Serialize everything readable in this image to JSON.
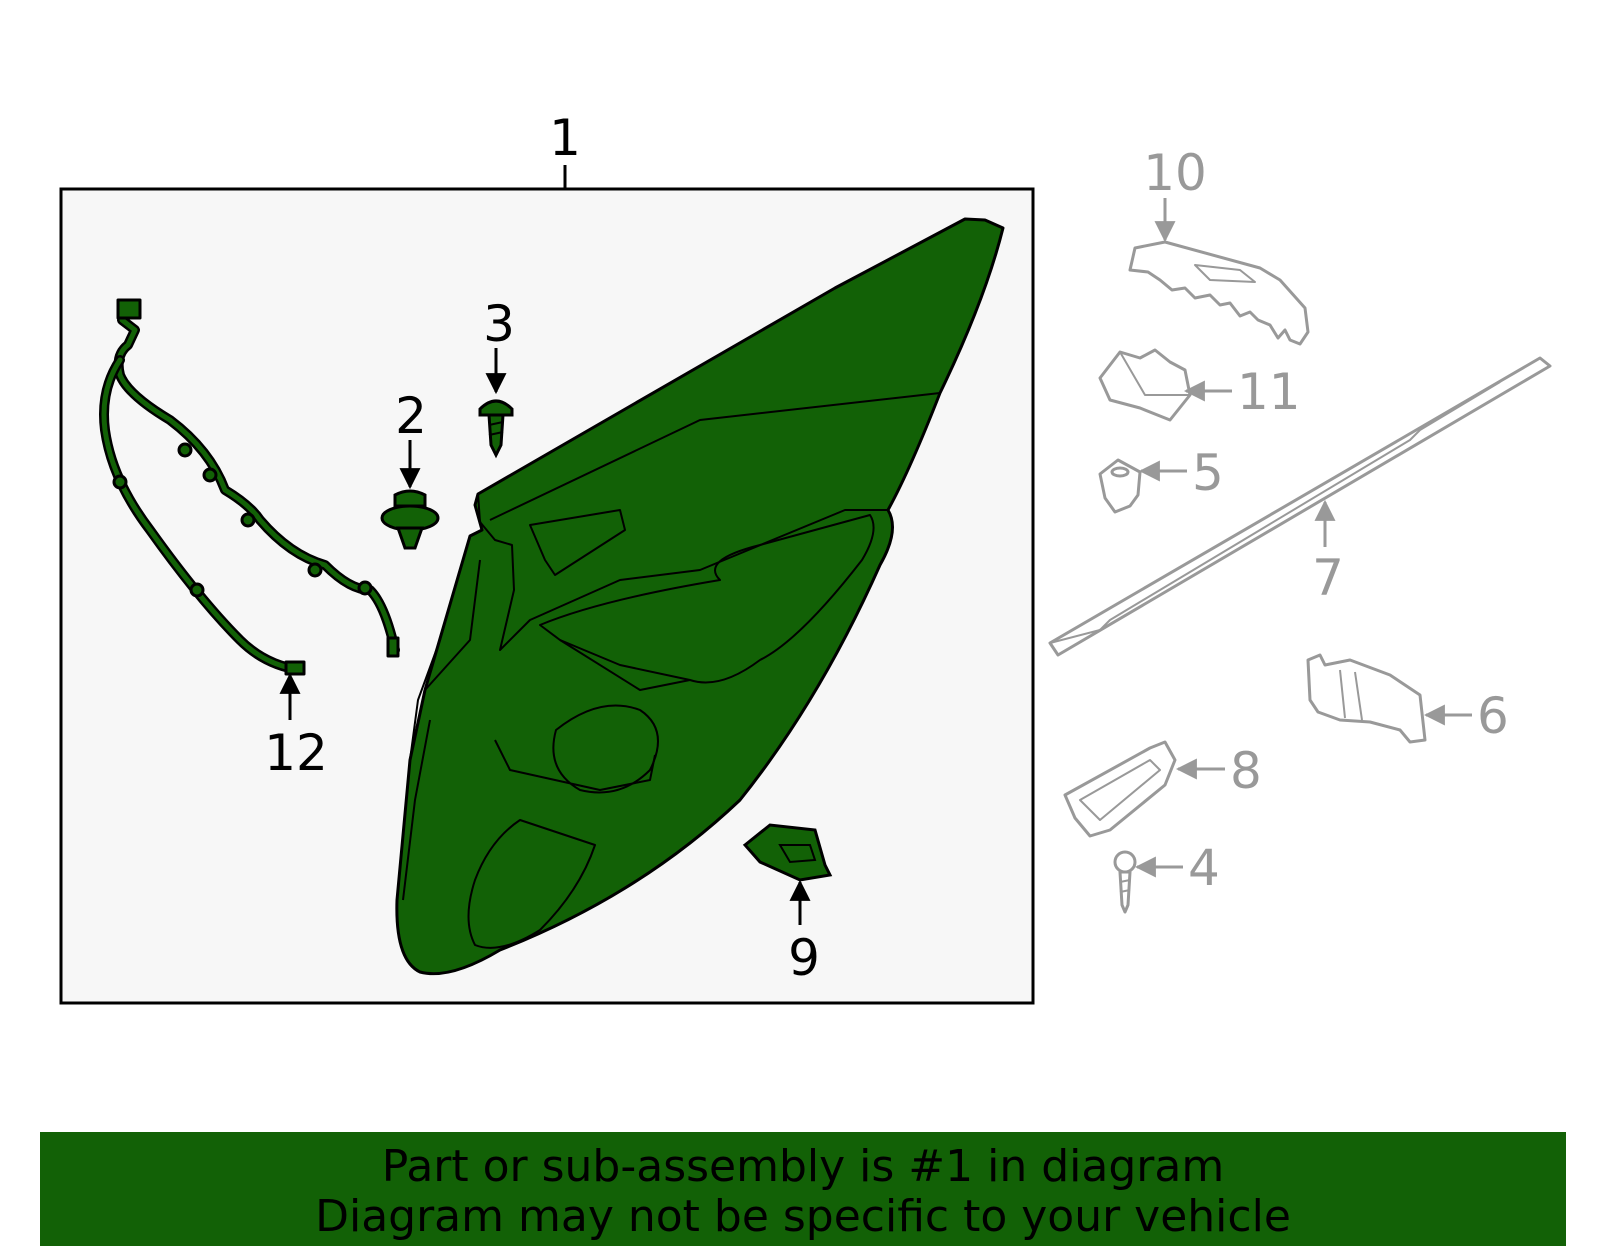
{
  "diagram": {
    "callouts": {
      "c1": "1",
      "c2": "2",
      "c3": "3",
      "c4": "4",
      "c5": "5",
      "c6": "6",
      "c7": "7",
      "c8": "8",
      "c9": "9",
      "c10": "10",
      "c11": "11",
      "c12": "12"
    },
    "highlighted_part": "1",
    "colors": {
      "highlight_fill": "#126106",
      "highlight_box_bg": "#f7f7f7",
      "other_parts": "#999999",
      "footer_bg": "#126106"
    }
  },
  "footer": {
    "line1": "Part or sub-assembly is #1 in diagram",
    "line2": "Diagram may not be specific to your vehicle"
  }
}
